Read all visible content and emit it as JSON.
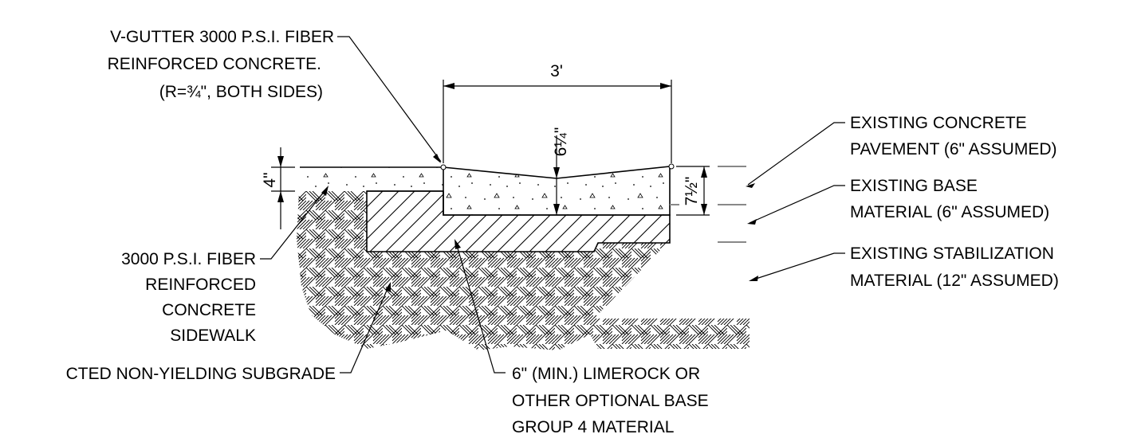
{
  "labels": {
    "gutter_line1": "V-GUTTER 3000 P.S.I. FIBER",
    "gutter_line2": "REINFORCED CONCRETE.",
    "gutter_line3": "(R=¾\", BOTH SIDES)",
    "sidewalk_line1": "3000 P.S.I. FIBER",
    "sidewalk_line2": "REINFORCED",
    "sidewalk_line3": "CONCRETE",
    "sidewalk_line4": "SIDEWALK",
    "subgrade": "CTED NON-YIELDING SUBGRADE",
    "base_line1": "6\" (MIN.) LIMEROCK OR",
    "base_line2": "OTHER OPTIONAL BASE",
    "base_line3": "GROUP 4 MATERIAL",
    "pavement_line1": "EXISTING CONCRETE",
    "pavement_line2": "PAVEMENT (6\" ASSUMED)",
    "exbase_line1": "EXISTING BASE",
    "exbase_line2": "MATERIAL (6\" ASSUMED)",
    "stab_line1": "EXISTING STABILIZATION",
    "stab_line2": "MATERIAL (12\" ASSUMED)"
  },
  "dimensions": {
    "width": "3'",
    "gutter_depth": "6¼\"",
    "edge_depth": "7½\"",
    "sidewalk_thickness": "4\""
  }
}
